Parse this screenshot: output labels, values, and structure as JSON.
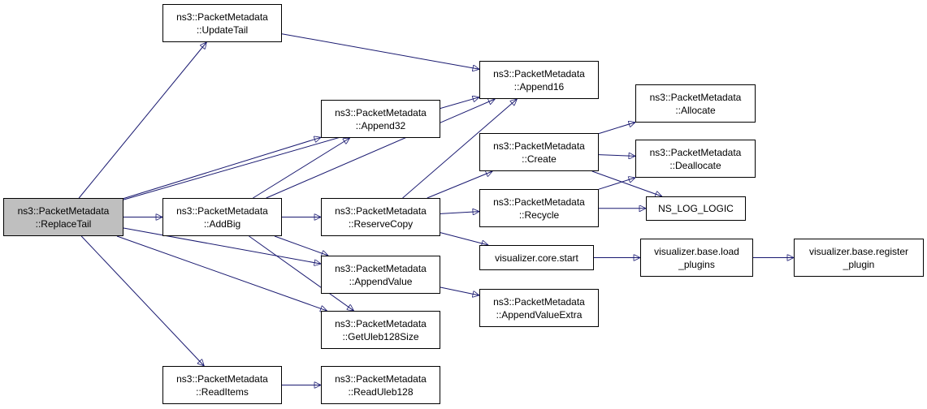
{
  "edge_color": "#191970",
  "root_fill": "#bfbfbf",
  "nodes": {
    "replace_tail": {
      "line1": "ns3::PacketMetadata",
      "line2": "::ReplaceTail"
    },
    "update_tail": {
      "line1": "ns3::PacketMetadata",
      "line2": "::UpdateTail"
    },
    "append16": {
      "line1": "ns3::PacketMetadata",
      "line2": "::Append16"
    },
    "append32": {
      "line1": "ns3::PacketMetadata",
      "line2": "::Append32"
    },
    "add_big": {
      "line1": "ns3::PacketMetadata",
      "line2": "::AddBig"
    },
    "append_value": {
      "line1": "ns3::PacketMetadata",
      "line2": "::AppendValue"
    },
    "get_uleb128_size": {
      "line1": "ns3::PacketMetadata",
      "line2": "::GetUleb128Size"
    },
    "read_items": {
      "line1": "ns3::PacketMetadata",
      "line2": "::ReadItems"
    },
    "read_uleb128": {
      "line1": "ns3::PacketMetadata",
      "line2": "::ReadUleb128"
    },
    "create": {
      "line1": "ns3::PacketMetadata",
      "line2": "::Create"
    },
    "reserve_copy": {
      "line1": "ns3::PacketMetadata",
      "line2": "::ReserveCopy"
    },
    "recycle": {
      "line1": "ns3::PacketMetadata",
      "line2": "::Recycle"
    },
    "allocate": {
      "line1": "ns3::PacketMetadata",
      "line2": "::Allocate"
    },
    "deallocate": {
      "line1": "ns3::PacketMetadata",
      "line2": "::Deallocate"
    },
    "ns_log_logic": {
      "line1": "NS_LOG_LOGIC"
    },
    "visualizer_core_start": {
      "line1": "visualizer.core.start"
    },
    "append_value_extra": {
      "line1": "ns3::PacketMetadata",
      "line2": "::AppendValueExtra"
    },
    "load_plugins": {
      "line1": "visualizer.base.load",
      "line2": "_plugins"
    },
    "register_plugin": {
      "line1": "visualizer.base.register",
      "line2": "_plugin"
    }
  },
  "edges": [
    [
      "replace_tail",
      "update_tail"
    ],
    [
      "replace_tail",
      "append16"
    ],
    [
      "replace_tail",
      "append32"
    ],
    [
      "replace_tail",
      "add_big"
    ],
    [
      "replace_tail",
      "append_value"
    ],
    [
      "replace_tail",
      "get_uleb128_size"
    ],
    [
      "replace_tail",
      "read_items"
    ],
    [
      "update_tail",
      "append16"
    ],
    [
      "add_big",
      "append16"
    ],
    [
      "add_big",
      "append32"
    ],
    [
      "add_big",
      "reserve_copy"
    ],
    [
      "add_big",
      "append_value"
    ],
    [
      "add_big",
      "get_uleb128_size"
    ],
    [
      "reserve_copy",
      "append16"
    ],
    [
      "reserve_copy",
      "create"
    ],
    [
      "reserve_copy",
      "recycle"
    ],
    [
      "reserve_copy",
      "visualizer_core_start"
    ],
    [
      "create",
      "allocate"
    ],
    [
      "create",
      "deallocate"
    ],
    [
      "create",
      "ns_log_logic"
    ],
    [
      "recycle",
      "deallocate"
    ],
    [
      "recycle",
      "ns_log_logic"
    ],
    [
      "append_value",
      "append_value_extra"
    ],
    [
      "read_items",
      "read_uleb128"
    ],
    [
      "visualizer_core_start",
      "load_plugins"
    ],
    [
      "load_plugins",
      "register_plugin"
    ]
  ]
}
